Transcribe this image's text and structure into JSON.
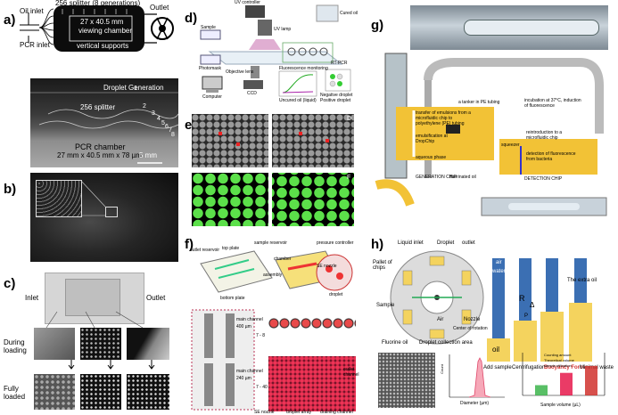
{
  "panels": {
    "a": {
      "label": "a)",
      "oil_inlet": "Oil inlet",
      "pcr_inlet": "PCR inlet",
      "splitter": "256 splitter (8 generations)",
      "outlet": "Outlet",
      "chamber_line1": "27 x 40.5 mm",
      "chamber_line2": "viewing chamber",
      "supports": "vertical supports",
      "droplet_generation": "Droplet Generation",
      "splitter_photo": "256 splitter",
      "gen_numbers": [
        "1",
        "2",
        "3",
        "4",
        "5",
        "6",
        "7",
        "8"
      ],
      "pcr_chamber_line1": "PCR chamber",
      "pcr_chamber_line2": "27 mm x 40.5 mm x 78 µm",
      "scale": "5 mm"
    },
    "b": {
      "label": "b)"
    },
    "c": {
      "label": "c)",
      "inlet": "Inlet",
      "outlet": "Outlet",
      "during": "During loading",
      "fully": "Fully loaded"
    },
    "d": {
      "label": "d)",
      "uv_controller": "UV controller",
      "uv_lamp": "UV lamp",
      "sample": "Sample",
      "photomask": "Photomask",
      "computer": "Computer",
      "objective": "Objective lens",
      "ccd": "CCD",
      "fluorescence": "Fluorescence monitoring",
      "cured_oil": "Cured oil",
      "negative": "Negative droplet",
      "positive": "Positive droplet",
      "rtpcr": "RT-PCR",
      "uncured": "Uncured oil (liquid)"
    },
    "e": {
      "label": "e)",
      "d_letter": "D",
      "f_letter": "F"
    },
    "f": {
      "label": "f)",
      "outlet_reservoir": "outlet reservoir",
      "top_plate": "top plate",
      "sample_reservoir": "sample reservoir",
      "pressure_controller": "pressure controller",
      "chamber": "chamber",
      "se_nozzle": "SE nozzle",
      "assembly": "assembly",
      "bottom_plate": "bottom plate",
      "droplet": "droplet",
      "main_channel": "main channel",
      "width1": "400 µm",
      "width2": "240 µm",
      "range1": "7 - 8",
      "range2": "7 - 40",
      "droplet_array": "droplet array",
      "draining_channel": "draining channel",
      "outlet_channel": "outlet channel"
    },
    "g": {
      "label": "g)",
      "tanker": "a tanker in PE tubing",
      "incubation": "incubation at 37°C, induction of fluorescence",
      "transfer": "transfer of emulsions from a microfluidic chip to polyethylene (PE) tubing",
      "emulsification": "emulsification at DropChip",
      "aqueous": "aqueous phase",
      "reintroduction": "reintroduction to a microfluidic chip",
      "detection": "detection of fluorescence from bacteria",
      "squeezer": "squeezer",
      "fluorinated": "fluorinated oil",
      "generation_chip": "GENERATION CHIP",
      "detection_chip": "DETECTION CHIP"
    },
    "h": {
      "label": "h)",
      "liquid_inlet": "Liquid inlet",
      "droplet_word": "Droplet",
      "outlet": "outlet",
      "pallet": "Pallet of chips",
      "sample": "Sample",
      "air": "Air",
      "nozzle": "Nozzle",
      "center": "Center of rotation",
      "fluorine": "Fluorine oil",
      "collection": "Droplet collection area",
      "air_word": "air",
      "water_word": "water",
      "r_symbol": "R",
      "delta_symbol": "Δ",
      "p_relation": "P",
      "oil_word": "oil",
      "extra_oil": "The extra oil",
      "add_sample": "Add sample",
      "centrifugation": "Centrifugation",
      "buoyancy": "Buoyancy Force",
      "minimal_waste": "Minimal waste",
      "diameter_label": "Diameter (µm)",
      "count_label": "Count",
      "sample_volume_label": "Sample volume (µL)",
      "legend": [
        "Counting amount",
        "Theoretical volume",
        "sample utilization"
      ],
      "bar_values": [
        0.25,
        0.55,
        0.72
      ],
      "bar_colors": [
        "#3cb44b",
        "#e6194b",
        "#d0312d"
      ]
    }
  }
}
